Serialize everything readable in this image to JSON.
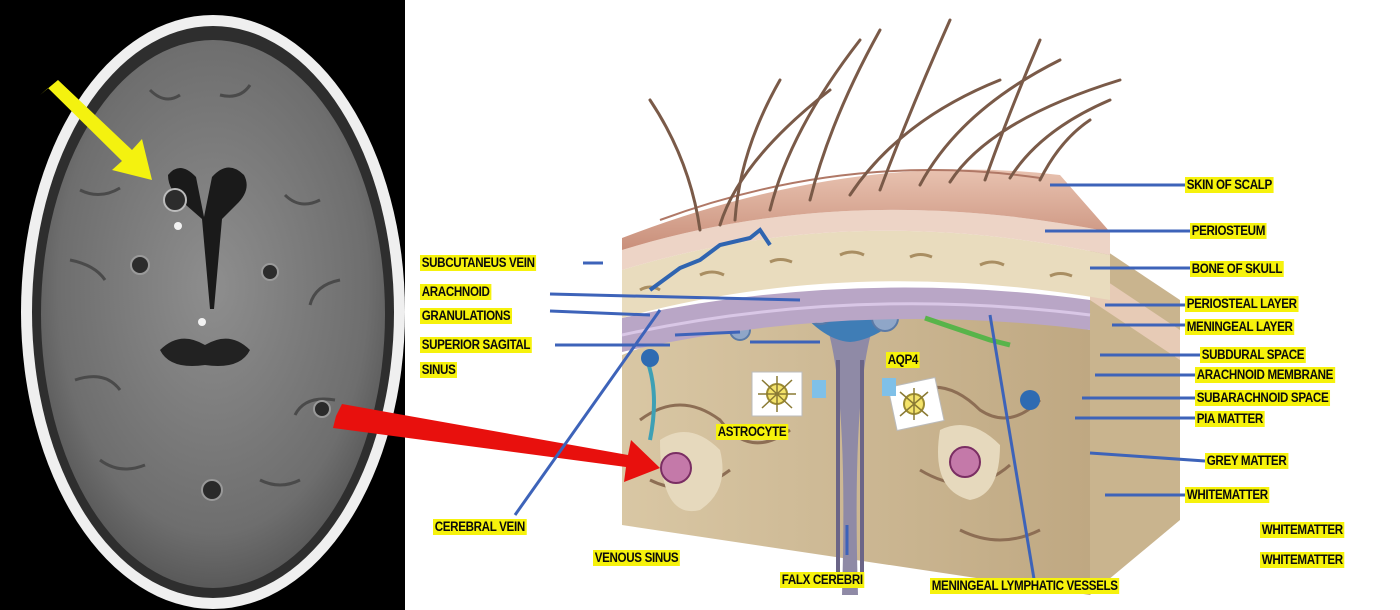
{
  "colors": {
    "label_bg": "#f6f20c",
    "leader_line": "#3d63b9",
    "ct_background": "#000000",
    "yellow_arrow": "#f4f20f",
    "red_arrow": "#e8100d"
  },
  "labels": {
    "skin_of_scalp": "SKIN OF SCALP",
    "periosteum": "PERIOSTEUM",
    "bone_of_skull": "BONE OF SKULL",
    "periosteal_layer": "PERIOSTEAL LAYER",
    "meningeal_layer": "MENINGEAL LAYER",
    "subdural_space": "SUBDURAL SPACE",
    "arachnoid_membrane": "ARACHNOID MEMBRANE",
    "subarachnoid_space": "SUBARACHNOID SPACE",
    "pia_matter": "PIA MATTER",
    "grey_matter": "GREY MATTER",
    "whitematter_1": "WHITEMATTER",
    "whitematter_2": "WHITEMATTER",
    "whitematter_3": "WHITEMATTER",
    "subcutaneus_vein": "SUBCUTANEUS VEIN",
    "arachnoid": "ARACHNOID",
    "granulations": "GRANULATIONS",
    "superior_sagital": "SUPERIOR SAGITAL",
    "sinus": "SINUS",
    "aqp4": "AQP4",
    "astrocyte": "ASTROCYTE",
    "cerebral_vein": "CEREBRAL VEIN",
    "venous_sinus": "VENOUS SINUS",
    "falx_cerebri": "FALX CEREBRI",
    "meningeal_lymphatic_vessels": "MENINGEAL LYMPHATIC VESSELS"
  }
}
